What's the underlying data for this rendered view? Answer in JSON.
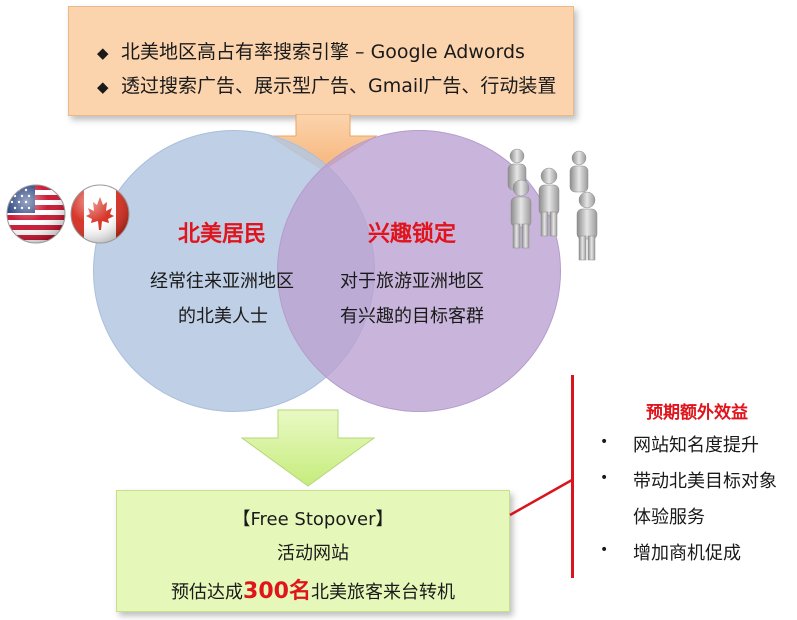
{
  "top_box": {
    "bullet_symbol": "◆",
    "line1": "北美地区高占有率搜索引擎 – Google Adwords",
    "line2": "透过搜索广告、展示型广告、Gmail广告、行动装置"
  },
  "left_circle": {
    "title": "北美居民",
    "line1": "经常往来亚洲地区",
    "line2": "的北美人士"
  },
  "right_circle": {
    "title": "兴趣锁定",
    "line1": "对于旅游亚洲地区",
    "line2": "有兴趣的目标客群"
  },
  "bottom_box": {
    "line1": "【Free Stopover】",
    "line2": "活动网站",
    "line3_prefix": "预估达成",
    "line3_number": "300名",
    "line3_suffix": "北美旅客来台转机"
  },
  "benefits": {
    "title": "预期额外效益",
    "bullet_symbol": "•",
    "items": [
      "网站知名度提升",
      "带动北美目标对象",
      "体验服务",
      "增加商机促成"
    ]
  },
  "colors": {
    "accent_red": "#e0141c",
    "top_box_fill": "#fbd4ae",
    "bottom_box_fill": "#e5f8ba",
    "left_circle_fill": "#b4c7e0",
    "right_circle_fill": "#baa0d1"
  },
  "icons": [
    "us-flag-icon",
    "canada-flag-icon",
    "people-group-icon",
    "down-arrow-icon"
  ]
}
